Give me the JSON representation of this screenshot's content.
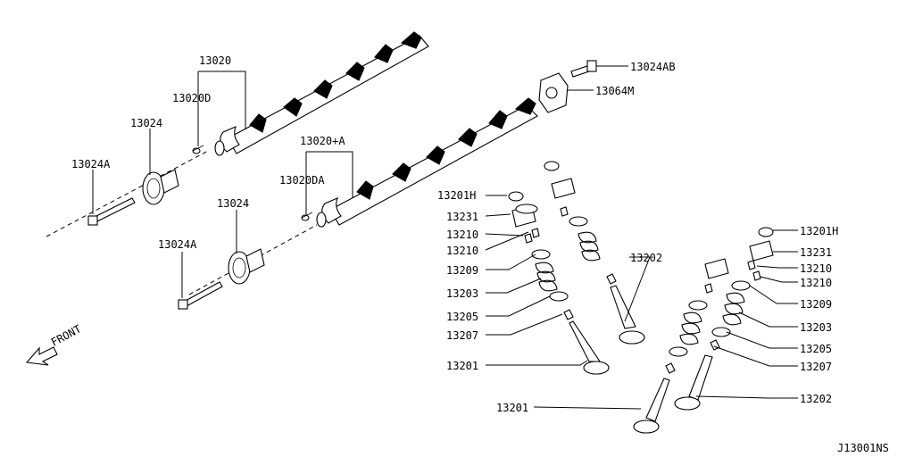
{
  "diagram_code": "J13001NS",
  "front_label": "FRONT",
  "parts": {
    "p13020": "13020",
    "p13020D": "13020D",
    "p13024_upper": "13024",
    "p13024A_upper": "13024A",
    "p13020plusA": "13020+A",
    "p13020DA": "13020DA",
    "p13024_lower": "13024",
    "p13024A_lower": "13024A",
    "p13024AB": "13024AB",
    "p13064M": "13064M",
    "left_stack": {
      "p13201H": "13201H",
      "p13231": "13231",
      "p13210_a": "13210",
      "p13210_b": "13210",
      "p13209": "13209",
      "p13203": "13203",
      "p13205": "13205",
      "p13207": "13207",
      "p13201": "13201"
    },
    "p13202_center": "13202",
    "p13201_bottom": "13201",
    "right_stack": {
      "p13201H": "13201H",
      "p13231": "13231",
      "p13210_a": "13210",
      "p13210_b": "13210",
      "p13209": "13209",
      "p13203": "13203",
      "p13205": "13205",
      "p13207": "13207",
      "p13202": "13202"
    }
  }
}
